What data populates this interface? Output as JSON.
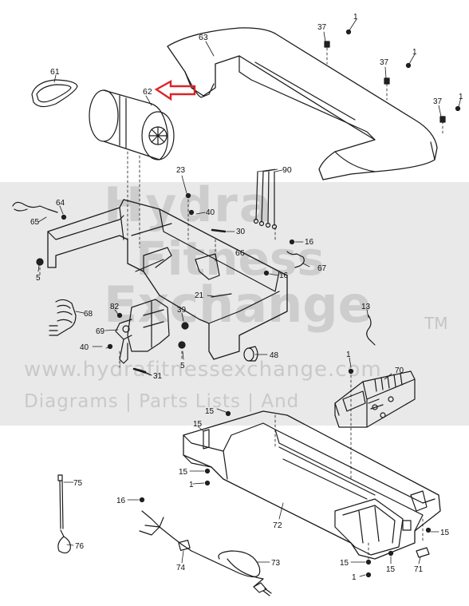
{
  "watermark": {
    "brand_line1": "Hydra",
    "brand_line2": "Fitness",
    "brand_line3": "Exchange",
    "brand_h4": "hange",
    "trademark": "TM",
    "url": "www.hydrafitnessexchange.com",
    "footer": "Diagrams | Parts Lists | And"
  },
  "callouts": [
    {
      "id": "c1a",
      "text": "1"
    },
    {
      "id": "c1b",
      "text": "1"
    },
    {
      "id": "c1c",
      "text": "1"
    },
    {
      "id": "c37a",
      "text": "37"
    },
    {
      "id": "c37b",
      "text": "37"
    },
    {
      "id": "c37c",
      "text": "37"
    },
    {
      "id": "c63",
      "text": "63"
    },
    {
      "id": "c61",
      "text": "61"
    },
    {
      "id": "c62",
      "text": "62"
    },
    {
      "id": "c90",
      "text": "90"
    },
    {
      "id": "c23",
      "text": "23"
    },
    {
      "id": "c64",
      "text": "64"
    },
    {
      "id": "c65",
      "text": "65"
    },
    {
      "id": "c40a",
      "text": "40"
    },
    {
      "id": "c30",
      "text": "30"
    },
    {
      "id": "c5a",
      "text": "5"
    },
    {
      "id": "c16a",
      "text": "16"
    },
    {
      "id": "c66",
      "text": "66"
    },
    {
      "id": "c67",
      "text": "67"
    },
    {
      "id": "c16b",
      "text": "16"
    },
    {
      "id": "c21",
      "text": "21"
    },
    {
      "id": "c13",
      "text": "13"
    },
    {
      "id": "c68",
      "text": "68"
    },
    {
      "id": "c82",
      "text": "82"
    },
    {
      "id": "c39",
      "text": "39"
    },
    {
      "id": "c69",
      "text": "69"
    },
    {
      "id": "c5b",
      "text": "5"
    },
    {
      "id": "c48",
      "text": "48"
    },
    {
      "id": "c40b",
      "text": "40"
    },
    {
      "id": "c31",
      "text": "31"
    },
    {
      "id": "c1d",
      "text": "1"
    },
    {
      "id": "c70",
      "text": "70"
    },
    {
      "id": "c15a",
      "text": "15"
    },
    {
      "id": "c15b",
      "text": "15"
    },
    {
      "id": "c15c",
      "text": "15"
    },
    {
      "id": "c1e",
      "text": "1"
    },
    {
      "id": "c75",
      "text": "75"
    },
    {
      "id": "c16c",
      "text": "16"
    },
    {
      "id": "c72",
      "text": "72"
    },
    {
      "id": "c76",
      "text": "76"
    },
    {
      "id": "c74",
      "text": "74"
    },
    {
      "id": "c73",
      "text": "73"
    },
    {
      "id": "c15d",
      "text": "15"
    },
    {
      "id": "c15e",
      "text": "15"
    },
    {
      "id": "c1f",
      "text": "1"
    },
    {
      "id": "c15f",
      "text": "15"
    },
    {
      "id": "c71",
      "text": "71"
    }
  ],
  "highlight_color": "#d9242a"
}
